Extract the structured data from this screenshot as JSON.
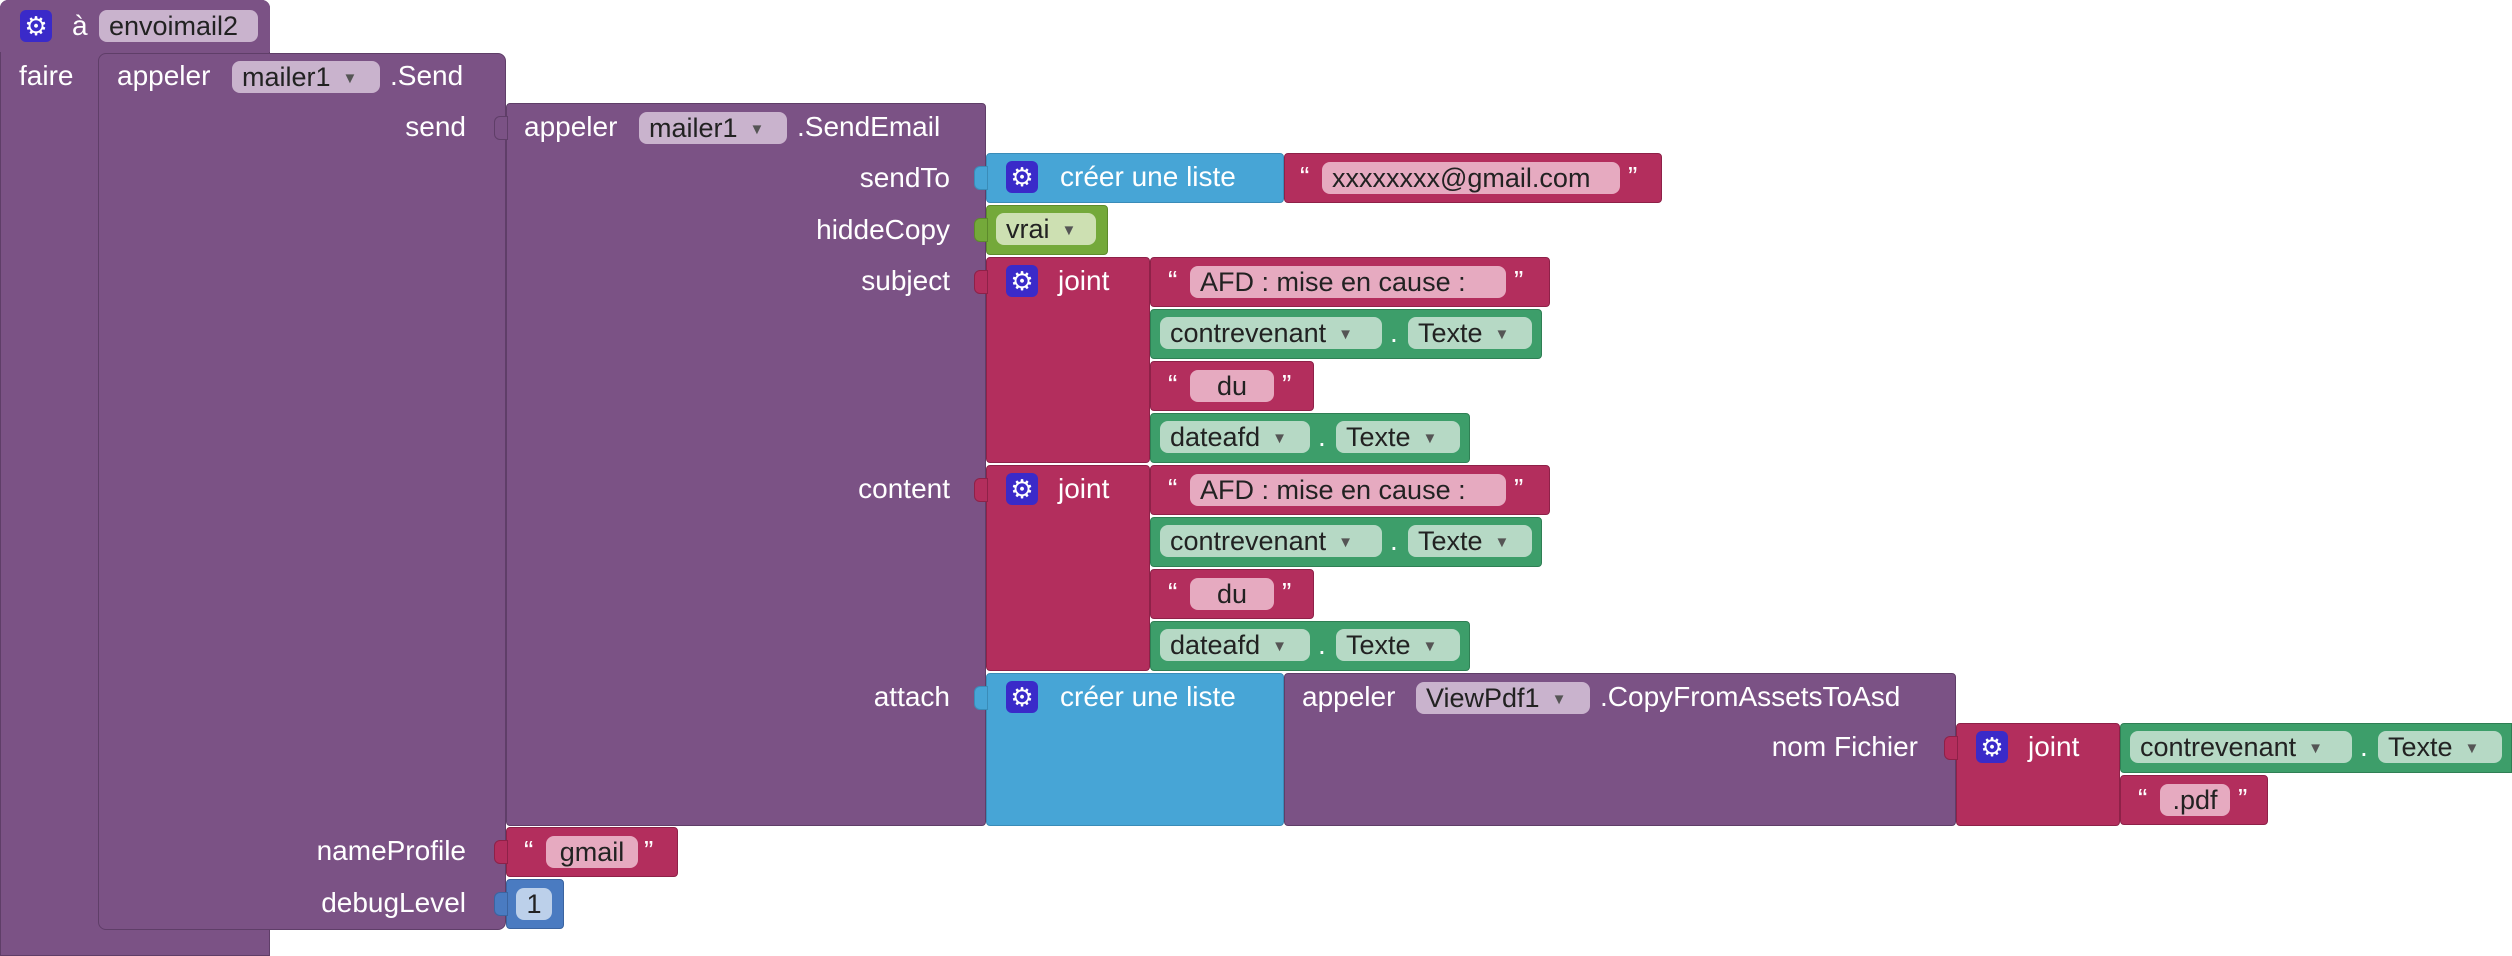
{
  "event": {
    "kw_a": "à",
    "name": "envoimail2",
    "kw_faire": "faire"
  },
  "send_call": {
    "kw": "appeler",
    "component": "mailer1",
    "method": ".Send",
    "param_send": "send",
    "param_nameProfile": "nameProfile",
    "param_debugLevel": "debugLevel"
  },
  "sendemail_call": {
    "kw": "appeler",
    "component": "mailer1",
    "method": ".SendEmail",
    "param_sendTo": "sendTo",
    "param_hiddeCopy": "hiddeCopy",
    "param_subject": "subject",
    "param_content": "content",
    "param_attach": "attach"
  },
  "list_sendto": {
    "label": "créer une liste",
    "item": "xxxxxxxx@gmail.com"
  },
  "bool_vrai": {
    "value": "vrai"
  },
  "joint_subject": {
    "label": "joint",
    "text1": "AFD : mise en cause :",
    "comp1": "contrevenant",
    "prop1": "Texte",
    "text2": "du",
    "comp2": "dateafd",
    "prop2": "Texte"
  },
  "joint_content": {
    "label": "joint",
    "text1": "AFD : mise en cause :",
    "comp1": "contrevenant",
    "prop1": "Texte",
    "text2": "du",
    "comp2": "dateafd",
    "prop2": "Texte"
  },
  "list_attach": {
    "label": "créer une liste"
  },
  "copy_call": {
    "kw": "appeler",
    "component": "ViewPdf1",
    "method": ".CopyFromAssetsToAsd",
    "param": "nom Fichier"
  },
  "joint_file": {
    "label": "joint",
    "comp": "contrevenant",
    "prop": "Texte",
    "text": ".pdf"
  },
  "profile_str": {
    "value": "gmail"
  },
  "debug_num": {
    "value": "1"
  },
  "symbols": {
    "open_quote": "“",
    "close_quote": "”",
    "dot": ".",
    "dropdown_arrow": "▼",
    "gear": "⚙"
  },
  "colors": {
    "procedure": "#7b5285",
    "text": "#b32e5d",
    "list": "#47a5d6",
    "component_prop": "#3d9e6a",
    "logic": "#74a93a",
    "math": "#4a7bc1"
  }
}
